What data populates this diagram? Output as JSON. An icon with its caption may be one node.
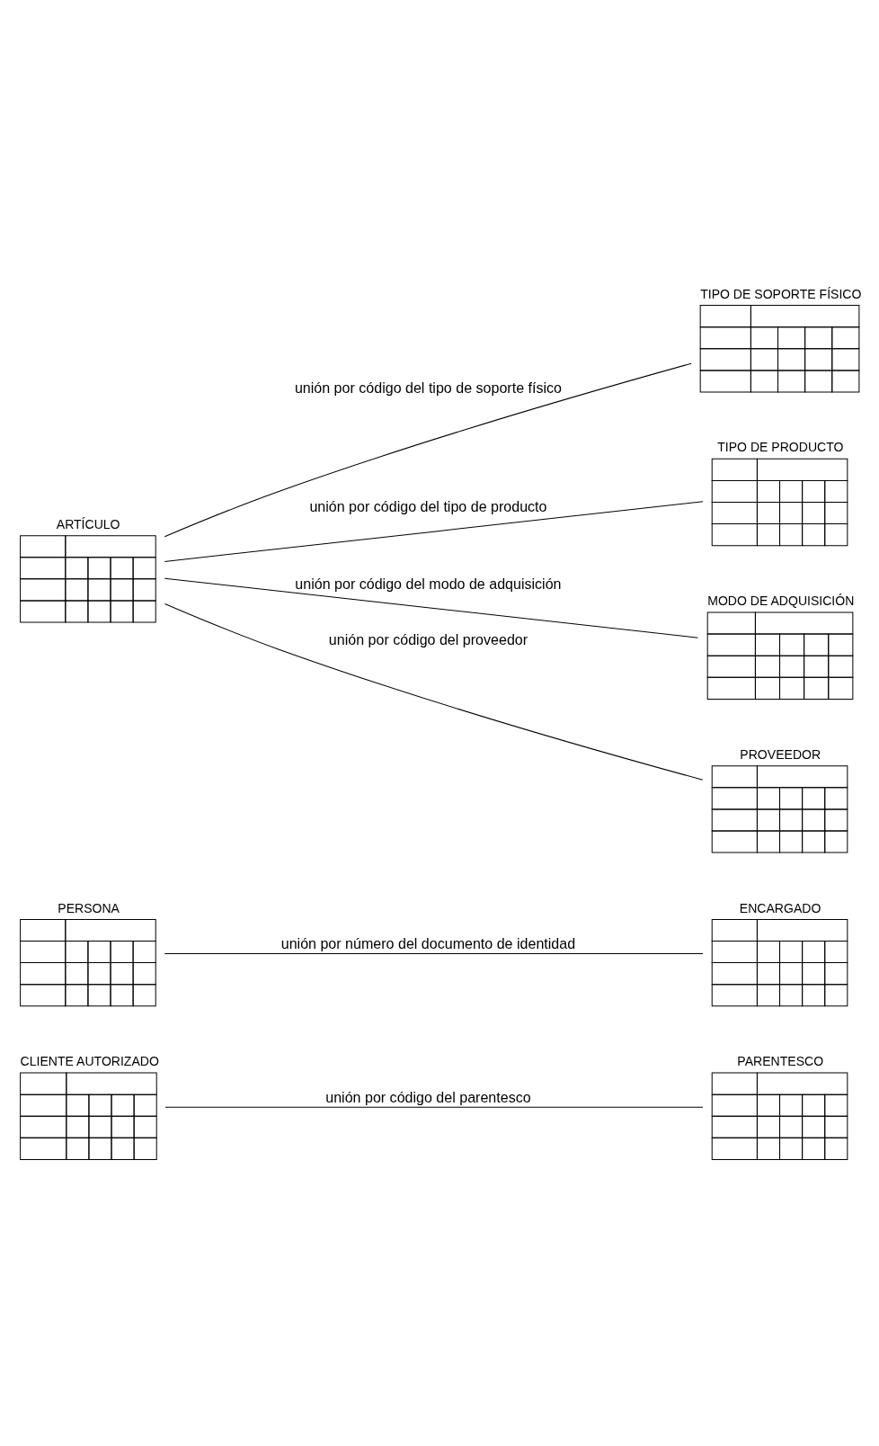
{
  "diagram": {
    "nodes": [
      {
        "text": [
          "CLIENTE AUTORIZADO"
        ]
      },
      {
        "text": [
          "PARENTESCO"
        ]
      },
      {
        "text": [
          "PERSONA"
        ]
      },
      {
        "text": [
          "ENCARGADO"
        ]
      },
      {
        "text": [
          "ARTÍCULO"
        ]
      },
      {
        "text": [
          "TIPO DE SOPORTE FÍSICO"
        ]
      },
      {
        "text": [
          "TIPO DE PRODUCTO"
        ]
      },
      {
        "text": [
          "MODO DE ADQUISICIÓN"
        ]
      },
      {
        "text": [
          "PROVEEDOR"
        ]
      }
    ],
    "edges": [
      {
        "from": 0,
        "to": 1,
        "arrow": "none",
        "label": "unión por código del parentesco"
      },
      {
        "from": 2,
        "to": 3,
        "arrow": "none",
        "label": "unión por número del documento de identidad"
      },
      {
        "from": 4,
        "to": 5,
        "arrow": "none",
        "label": "unión por código del tipo de soporte físico"
      },
      {
        "from": 4,
        "to": 6,
        "arrow": "none",
        "label": "unión por código del tipo de producto"
      },
      {
        "from": 4,
        "to": 7,
        "arrow": "none",
        "label": "unión por código del modo de adquisición"
      },
      {
        "from": 4,
        "to": 8,
        "arrow": "none",
        "label": "unión por código del proveedor"
      }
    ]
  }
}
